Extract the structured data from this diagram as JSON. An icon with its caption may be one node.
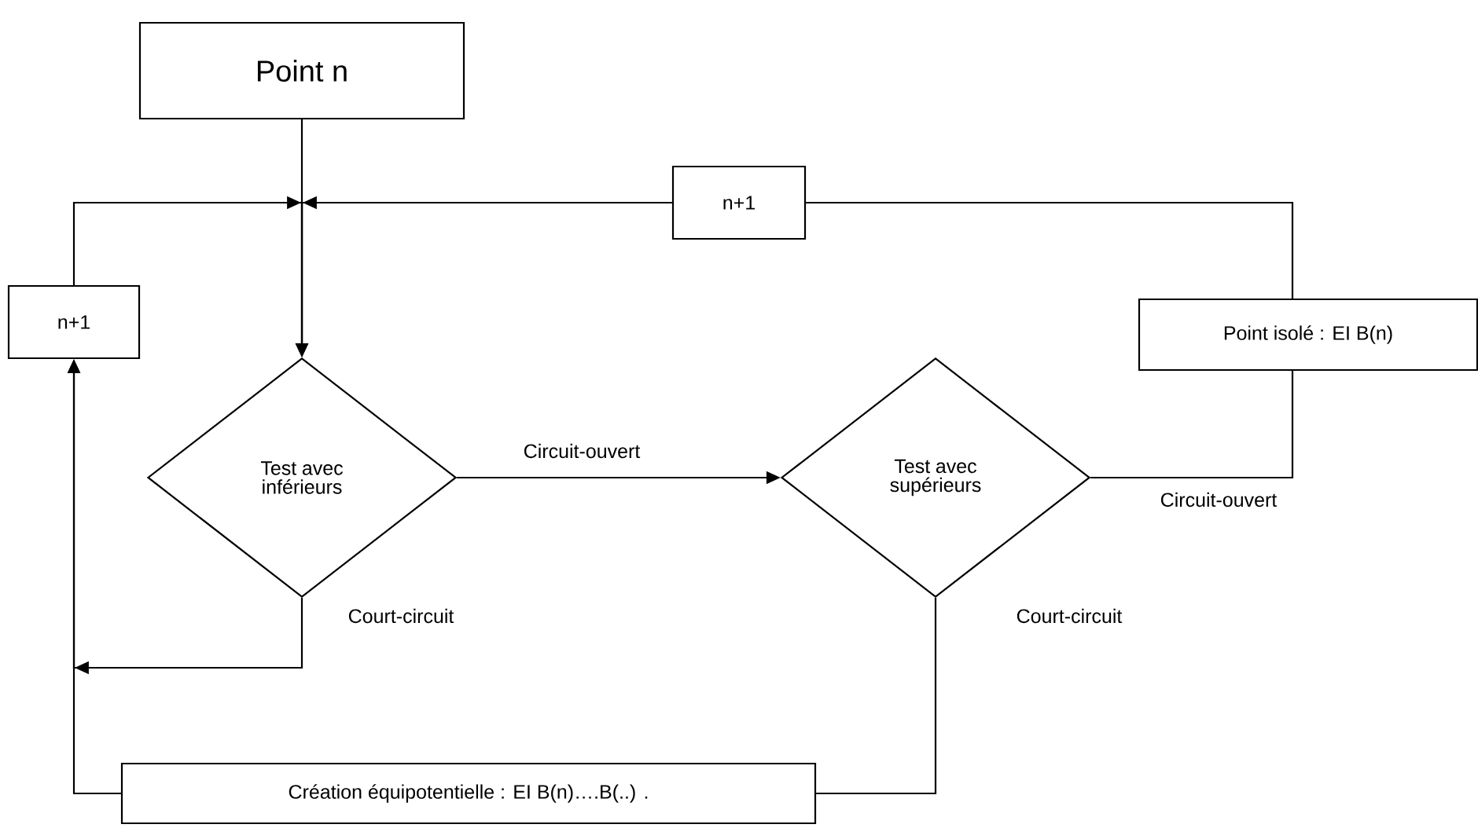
{
  "diagram": {
    "nodes": [
      {
        "text": [
          "Point n"
        ]
      },
      {
        "text": [
          "n+1"
        ]
      },
      {
        "text": [
          "n+1"
        ]
      },
      {
        "text": [
          "Point isolé : EI B(n)"
        ]
      },
      {
        "text": [
          "Test avec inférieurs"
        ]
      },
      {
        "text": [
          "Test avec supérieurs"
        ]
      },
      {
        "text": [
          "Création équipotentielle : EI B(n)….B(..) ."
        ]
      }
    ],
    "edges": [
      {
        "from": 0,
        "to": 4,
        "arrow": "to"
      },
      {
        "from": 2,
        "to": 4,
        "arrow": "to"
      },
      {
        "from": 1,
        "to": 4,
        "arrow": "to"
      },
      {
        "from": 3,
        "to": 1,
        "arrow": "none"
      },
      {
        "from": 4,
        "to": 5,
        "arrow": "to",
        "label": "Circuit-ouvert"
      },
      {
        "from": 5,
        "to": 3,
        "arrow": "none",
        "label": "Circuit-ouvert"
      },
      {
        "from": 4,
        "to": 2,
        "arrow": "to",
        "label": "Court-circuit"
      },
      {
        "from": 5,
        "to": 6,
        "arrow": "none",
        "label": "Court-circuit"
      },
      {
        "from": 6,
        "to": 2,
        "arrow": "to"
      }
    ]
  }
}
